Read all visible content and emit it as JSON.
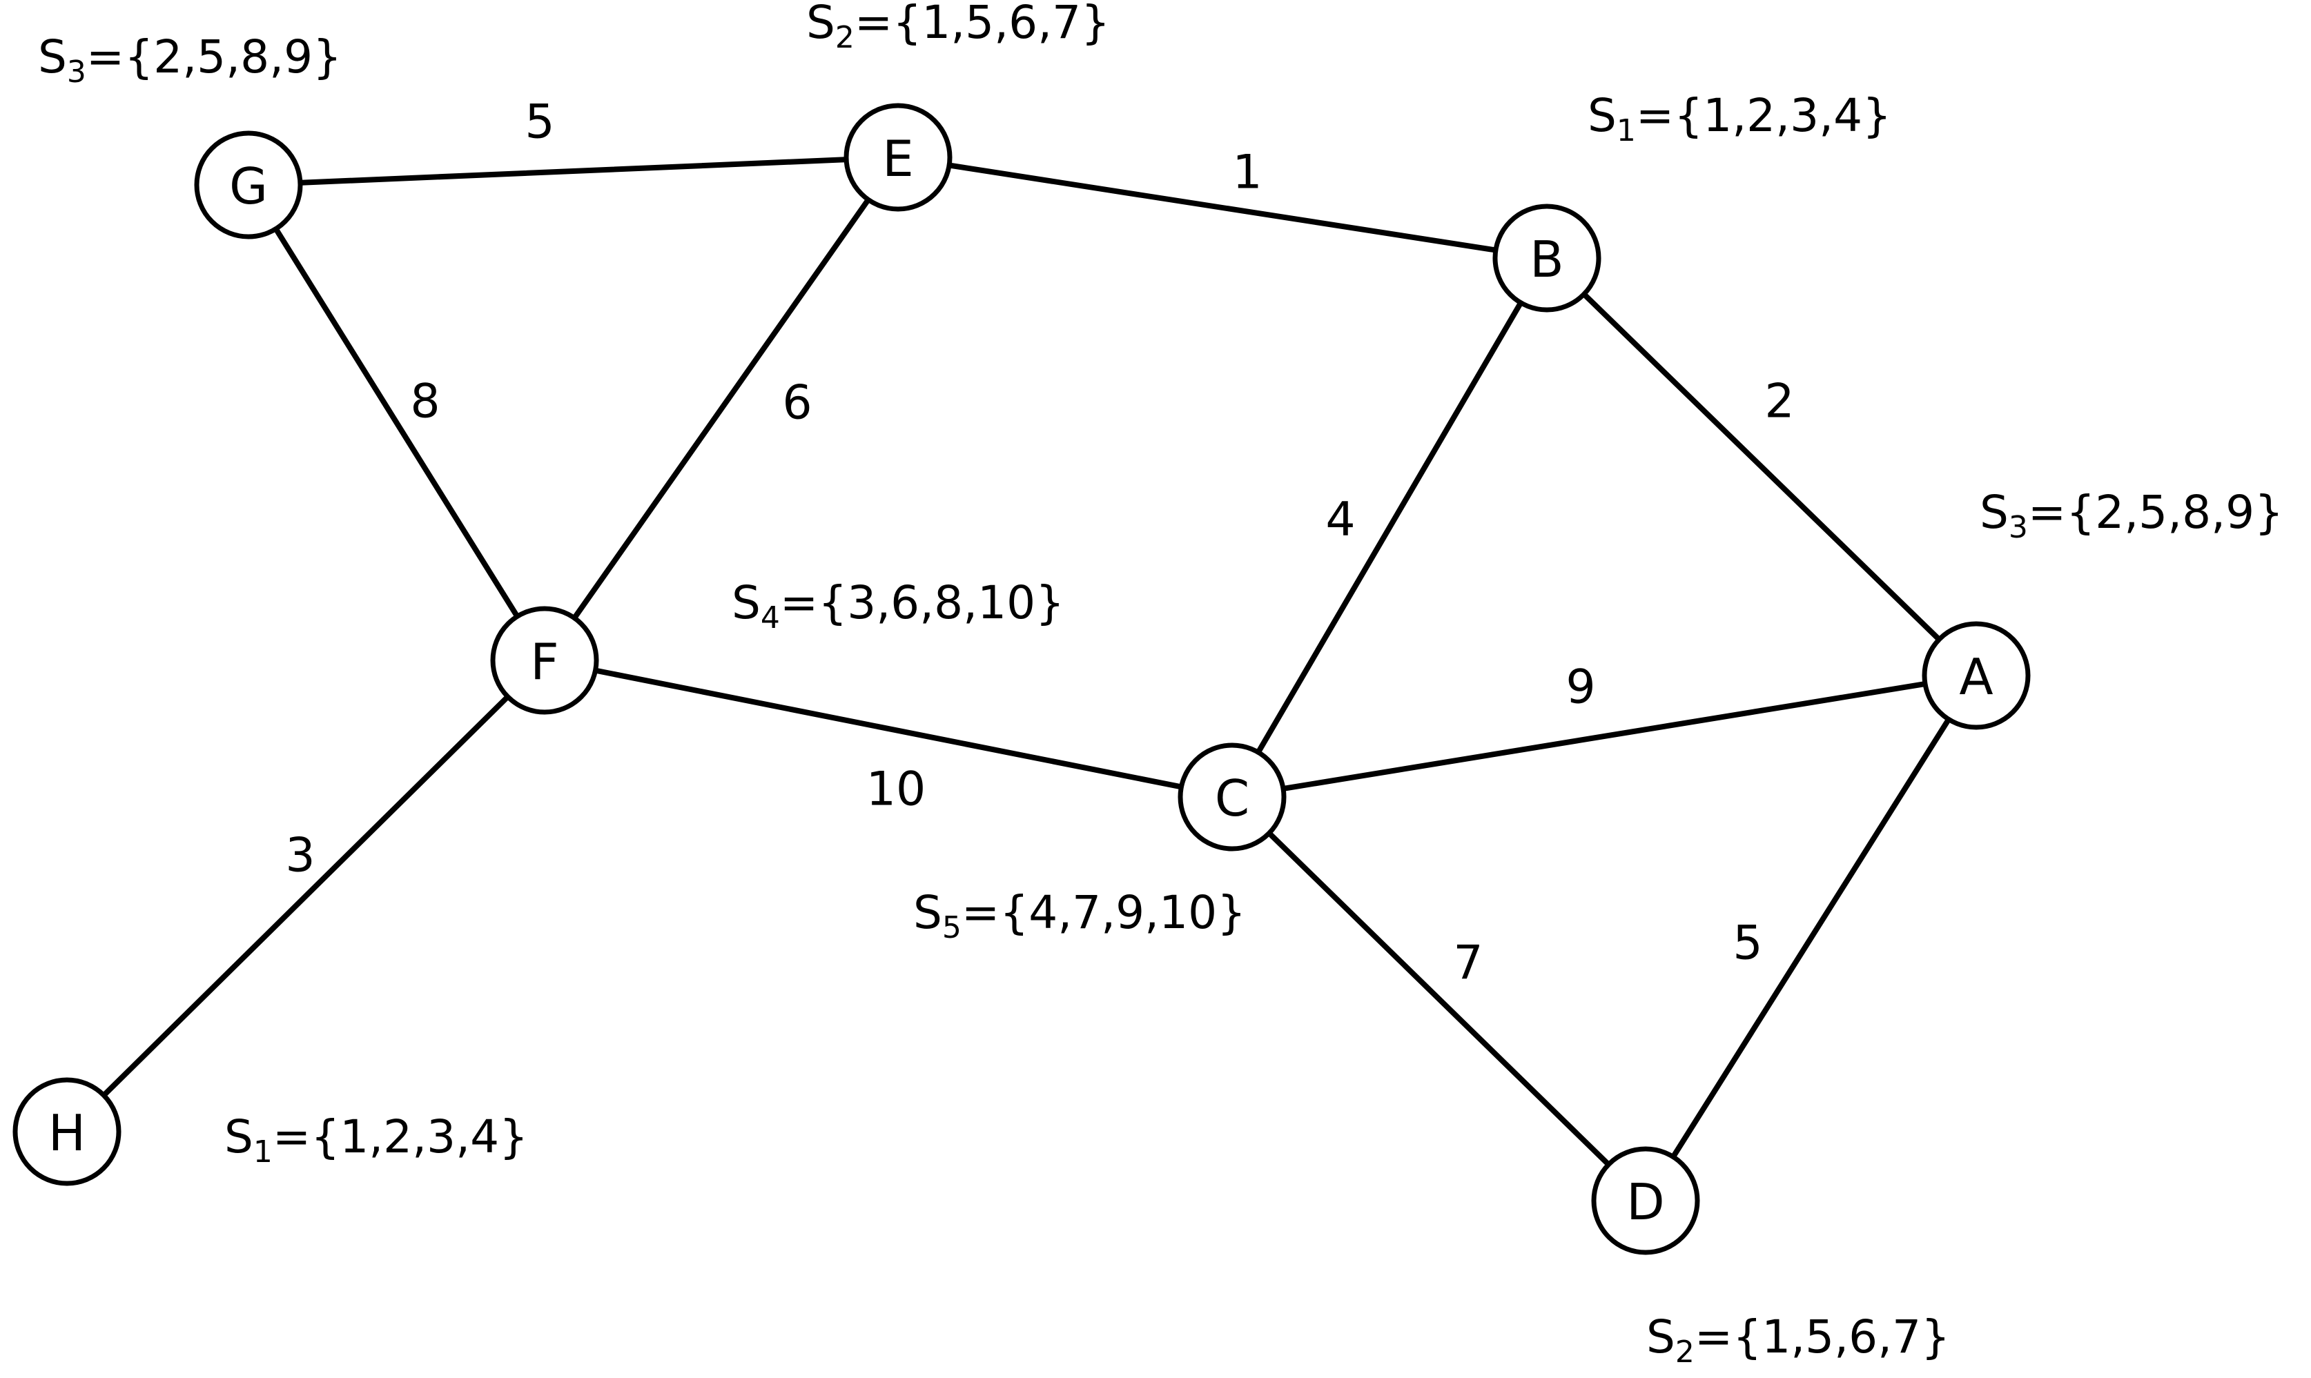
{
  "colors": {
    "stroke": "#000000",
    "fill": "#ffffff",
    "text": "#000000"
  },
  "nodes": [
    {
      "id": "A",
      "label": "A"
    },
    {
      "id": "B",
      "label": "B"
    },
    {
      "id": "C",
      "label": "C"
    },
    {
      "id": "D",
      "label": "D"
    },
    {
      "id": "E",
      "label": "E"
    },
    {
      "id": "F",
      "label": "F"
    },
    {
      "id": "G",
      "label": "G"
    },
    {
      "id": "H",
      "label": "H"
    }
  ],
  "edges": [
    {
      "from": "G",
      "to": "E",
      "weight": "5"
    },
    {
      "from": "E",
      "to": "B",
      "weight": "1"
    },
    {
      "from": "G",
      "to": "F",
      "weight": "8"
    },
    {
      "from": "E",
      "to": "F",
      "weight": "6"
    },
    {
      "from": "B",
      "to": "A",
      "weight": "2"
    },
    {
      "from": "B",
      "to": "C",
      "weight": "4"
    },
    {
      "from": "C",
      "to": "A",
      "weight": "9"
    },
    {
      "from": "F",
      "to": "C",
      "weight": "10"
    },
    {
      "from": "F",
      "to": "H",
      "weight": "3"
    },
    {
      "from": "C",
      "to": "D",
      "weight": "7"
    },
    {
      "from": "A",
      "to": "D",
      "weight": "5"
    }
  ],
  "sets": [
    {
      "node": "G",
      "name": "S",
      "sub": "3",
      "members": "={2,5,8,9}"
    },
    {
      "node": "E",
      "name": "S",
      "sub": "2",
      "members": "={1,5,6,7}"
    },
    {
      "node": "B",
      "name": "S",
      "sub": "1",
      "members": "={1,2,3,4}"
    },
    {
      "node": "A",
      "name": "S",
      "sub": "3",
      "members": "={2,5,8,9}"
    },
    {
      "node": "F",
      "name": "S",
      "sub": "4",
      "members": "={3,6,8,10}"
    },
    {
      "node": "C",
      "name": "S",
      "sub": "5",
      "members": "={4,7,9,10}"
    },
    {
      "node": "H",
      "name": "S",
      "sub": "1",
      "members": "={1,2,3,4}"
    },
    {
      "node": "D",
      "name": "S",
      "sub": "2",
      "members": "={1,5,6,7}"
    }
  ]
}
